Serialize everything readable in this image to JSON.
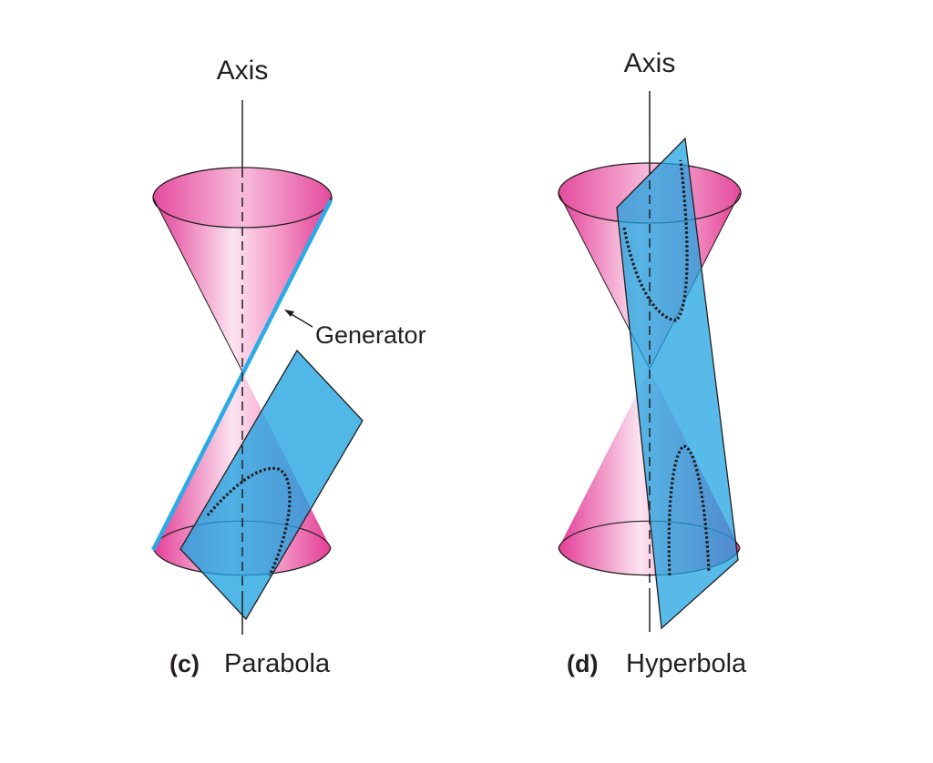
{
  "left": {
    "axis_label": "Axis",
    "generator_label": "Generator",
    "caption_letter": "(c)",
    "caption_name": "Parabola"
  },
  "right": {
    "axis_label": "Axis",
    "caption_letter": "(d)",
    "caption_name": "Hyperbola"
  },
  "colors": {
    "cone_magenta": "#e8439a",
    "cone_light": "#fbe3ef",
    "plane_blue": "#1fa3e0",
    "generator_blue": "#2aaae6",
    "outline": "#231f20"
  }
}
